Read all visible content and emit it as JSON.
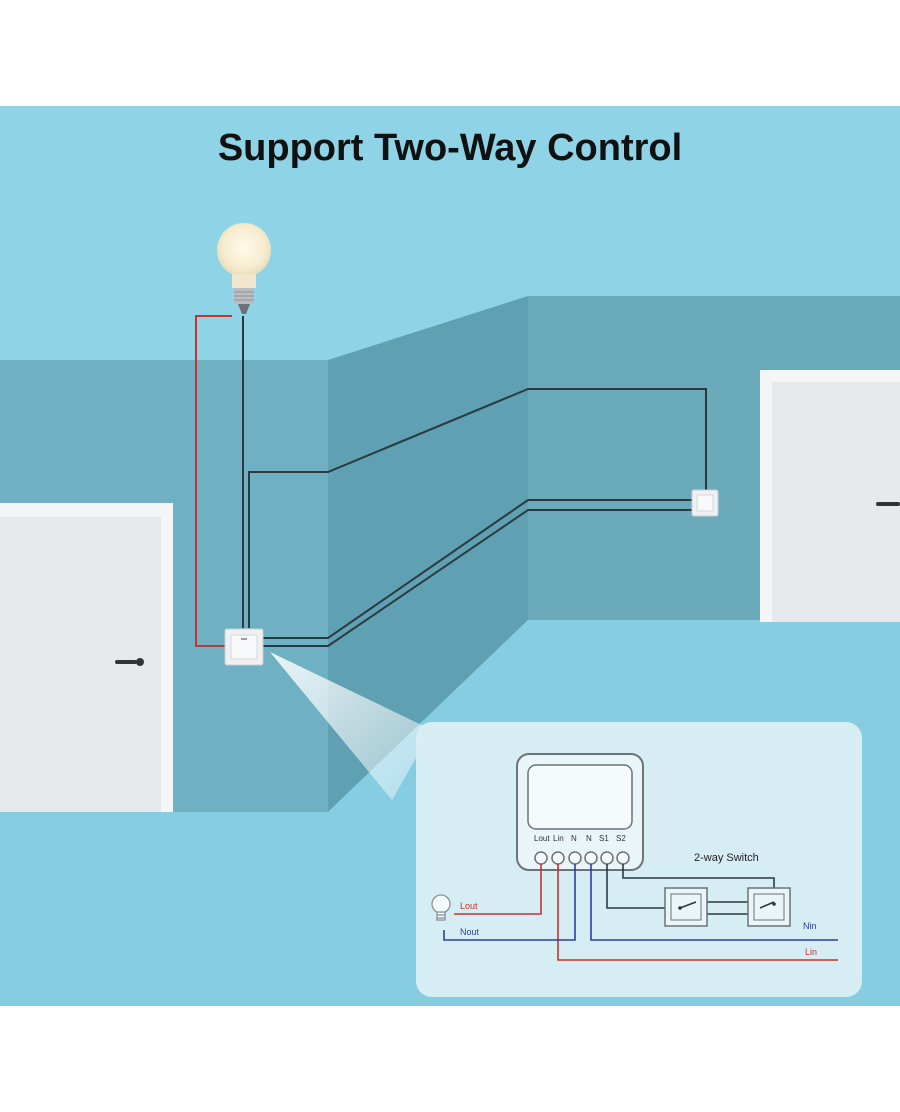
{
  "title": "Support Two-Way Control",
  "diagram": {
    "terminals": [
      "Lout",
      "Lin",
      "N",
      "N",
      "S1",
      "S2"
    ],
    "switch_label": "2-way Switch",
    "wire_labels": {
      "lout": "Lout",
      "nout": "Nout",
      "nin": "Nin",
      "lin": "Lin"
    }
  },
  "colors": {
    "wall_sky": "#8ed3e6",
    "wall_back": "#6fb1c2",
    "wall_side": "#5fa3b5",
    "floor": "#86cde2",
    "door": "#e9ebee",
    "live_wire": "#c8322f",
    "neutral_wire": "#2c3ea8",
    "switch_wire": "#2a3a40"
  }
}
